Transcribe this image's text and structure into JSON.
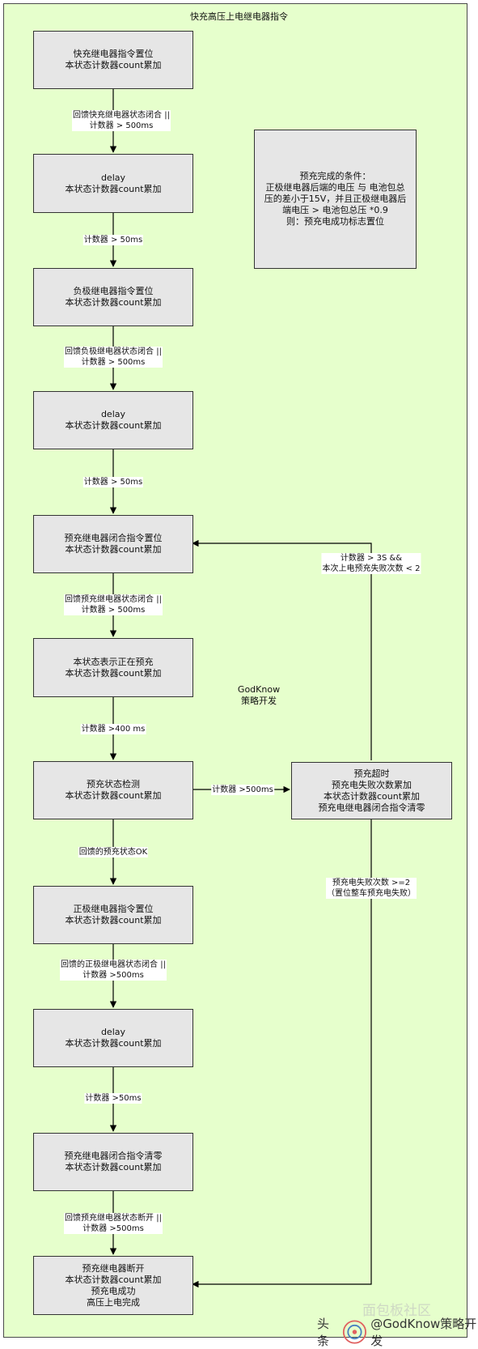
{
  "title": "快充高压上电继电器指令",
  "boxes": [
    {
      "id": "b1",
      "lines": [
        "快充继电器指令置位",
        "本状态计数器count累加"
      ]
    },
    {
      "id": "b2",
      "lines": [
        "delay",
        "本状态计数器count累加"
      ]
    },
    {
      "id": "b3",
      "lines": [
        "负极继电器指令置位",
        "本状态计数器count累加"
      ]
    },
    {
      "id": "b4",
      "lines": [
        "delay",
        "本状态计数器count累加"
      ]
    },
    {
      "id": "b5",
      "lines": [
        "预充继电器闭合指令置位",
        "本状态计数器count累加"
      ]
    },
    {
      "id": "b6",
      "lines": [
        "本状态表示正在预充",
        "本状态计数器count累加"
      ]
    },
    {
      "id": "b7",
      "lines": [
        "预充状态检测",
        "本状态计数器count累加"
      ]
    },
    {
      "id": "b8",
      "lines": [
        "正极继电器指令置位",
        "本状态计数器count累加"
      ]
    },
    {
      "id": "b9",
      "lines": [
        "delay",
        "本状态计数器count累加"
      ]
    },
    {
      "id": "b10",
      "lines": [
        "预充继电器闭合指令清零",
        "本状态计数器count累加"
      ]
    },
    {
      "id": "b11",
      "lines": [
        "预充继电器断开",
        "本状态计数器count累加",
        "预充电成功",
        "高压上电完成"
      ]
    },
    {
      "id": "timeout",
      "lines": [
        "预充超时",
        "预充电失败次数累加",
        "本状态计数器count累加",
        "预充电继电器闭合指令清零"
      ]
    },
    {
      "id": "note",
      "lines": [
        "预充完成的条件：",
        "正极继电器后端的电压 与 电池包总",
        "压的差小于15V，并且正极继电器后",
        "端电压 > 电池包总压 *0.9",
        "则：预充电成功标志置位"
      ]
    }
  ],
  "labels": [
    {
      "id": "l1",
      "lines": [
        "回馈快充继电器状态闭合 ||",
        "计数器 > 500ms"
      ]
    },
    {
      "id": "l2",
      "lines": [
        "计数器 > 50ms"
      ]
    },
    {
      "id": "l3",
      "lines": [
        "回馈负极继电器状态闭合 ||",
        "计数器 > 500ms"
      ]
    },
    {
      "id": "l4",
      "lines": [
        "计数器 > 50ms"
      ]
    },
    {
      "id": "l5",
      "lines": [
        "回馈预充继电器状态闭合 ||",
        "计数器 > 500ms"
      ]
    },
    {
      "id": "l6",
      "lines": [
        "计数器 >400 ms"
      ]
    },
    {
      "id": "l7",
      "lines": [
        "计数器 >500ms"
      ]
    },
    {
      "id": "l8",
      "lines": [
        "回馈的预充状态OK"
      ]
    },
    {
      "id": "l9",
      "lines": [
        "回馈的正极继电器状态闭合 ||",
        "计数器 >500ms"
      ]
    },
    {
      "id": "l10",
      "lines": [
        "计数器 >50ms"
      ]
    },
    {
      "id": "l11",
      "lines": [
        "回馈预充继电器状态断开 ||",
        "计数器 >500ms"
      ]
    },
    {
      "id": "l12",
      "lines": [
        "计数器 > 3S  &&",
        "本次上电预充失败次数 < 2"
      ]
    },
    {
      "id": "l13",
      "lines": [
        "预充电失败次数 >=2",
        "（置位整车预充电失败）"
      ]
    }
  ],
  "free_text": {
    "lines": [
      "GodKnow",
      "策略开发"
    ]
  },
  "watermark": {
    "left": "头条",
    "right": "@GodKnow策略开发",
    "center": "面包板社区"
  },
  "colors": {
    "frame_fill": "#e6ffcc",
    "box_fill": "#e6e6e6",
    "stroke": "#000000"
  }
}
